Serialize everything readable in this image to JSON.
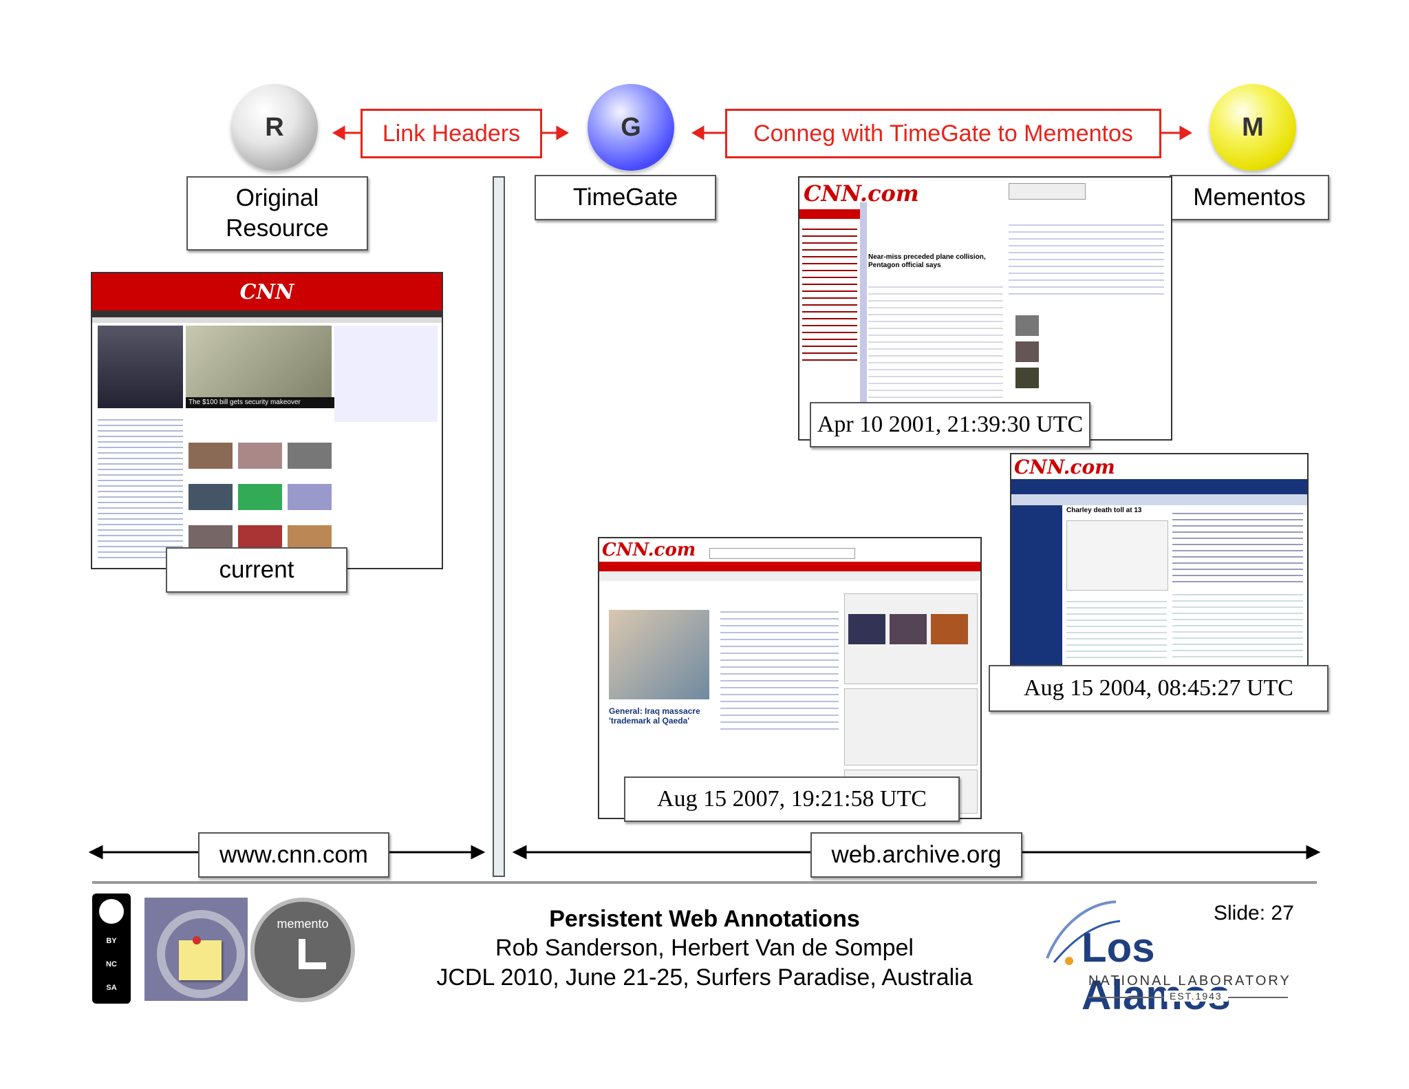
{
  "nodes": {
    "original": {
      "letter": "R",
      "label": "Original Resource",
      "color": "#a9a9a9"
    },
    "timegate": {
      "letter": "G",
      "label": "TimeGate",
      "color": "#4a4dff"
    },
    "mementos": {
      "letter": "M",
      "label": "Mementos",
      "color": "#e8e000"
    }
  },
  "arrows": {
    "link_headers": "Link Headers",
    "conneg": "Conneg with TimeGate to Mementos",
    "accent": "#e8231a"
  },
  "screenshots": {
    "current": {
      "label": "current",
      "site": "CNN",
      "headline": "The $100 bill gets security makeover"
    },
    "m2001": {
      "date": "Apr 10 2001, 21:39:30 UTC",
      "site": "CNN.com",
      "headline": "Near-miss preceded plane collision, Pentagon official says"
    },
    "m2004": {
      "date": "Aug 15 2004, 08:45:27 UTC",
      "site": "CNN.com",
      "headline": "Charley death toll at 13"
    },
    "m2007": {
      "date": "Aug 15 2007, 19:21:58 UTC",
      "site": "CNN.com",
      "headline": "General: Iraq massacre 'trademark al Qaeda'"
    }
  },
  "domains": {
    "left": "www.cnn.com",
    "right": "web.archive.org"
  },
  "footer": {
    "title": "Persistent Web Annotations",
    "authors": "Rob Sanderson, Herbert Van de Sompel",
    "venue": "JCDL 2010, June 21-25, Surfers Paradise, Australia",
    "slide": "Slide: 27",
    "cc_labels": [
      "BY",
      "NC",
      "SA"
    ],
    "memento_logo": "memento",
    "lanl_name": "Los Alamos",
    "lanl_sub": "NATIONAL LABORATORY",
    "lanl_est": "EST.1943"
  }
}
